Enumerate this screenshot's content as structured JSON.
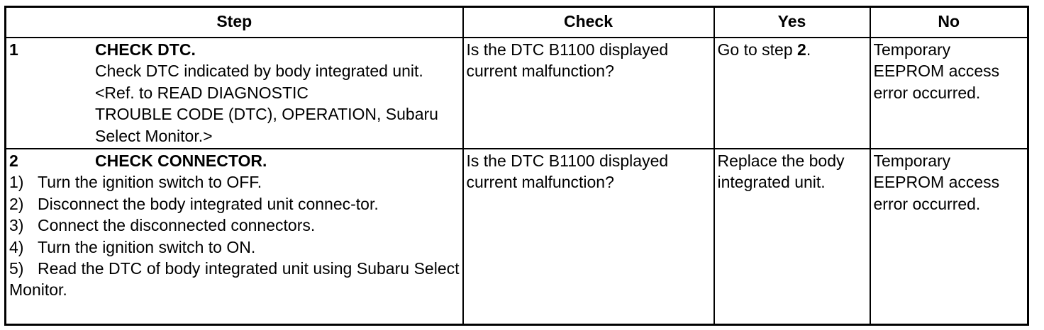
{
  "headers": {
    "step": "Step",
    "check": "Check",
    "yes": "Yes",
    "no": "No"
  },
  "rows": [
    {
      "number": "1",
      "title": "CHECK DTC.",
      "lines": [
        "Check DTC indicated by body integrated unit.",
        "<Ref. to READ DIAGNOSTIC",
        "TROUBLE CODE (DTC), OPERATION, Subaru",
        "Select Monitor.>"
      ],
      "check": "Is the DTC B1100 displayed current malfunction?",
      "yes_prefix": "Go to step ",
      "yes_step": "2",
      "yes_suffix": ".",
      "no": "Temporary EEPROM access error occurred."
    },
    {
      "number": "2",
      "title": "CHECK CONNECTOR.",
      "items": [
        {
          "num": "1)",
          "text": "Turn the ignition switch to OFF."
        },
        {
          "num": "2)",
          "text": "Disconnect the body integrated unit connec-tor."
        },
        {
          "num": "3)",
          "text": "Connect the disconnected connectors."
        },
        {
          "num": "4)",
          "text": "Turn the ignition switch to ON."
        },
        {
          "num": "5)",
          "text": "Read the DTC of body integrated unit using Subaru Select Monitor."
        }
      ],
      "check": "Is the DTC B1100 displayed current malfunction?",
      "yes": "Replace the body integrated unit.",
      "no": "Temporary EEPROM access error occurred."
    }
  ]
}
